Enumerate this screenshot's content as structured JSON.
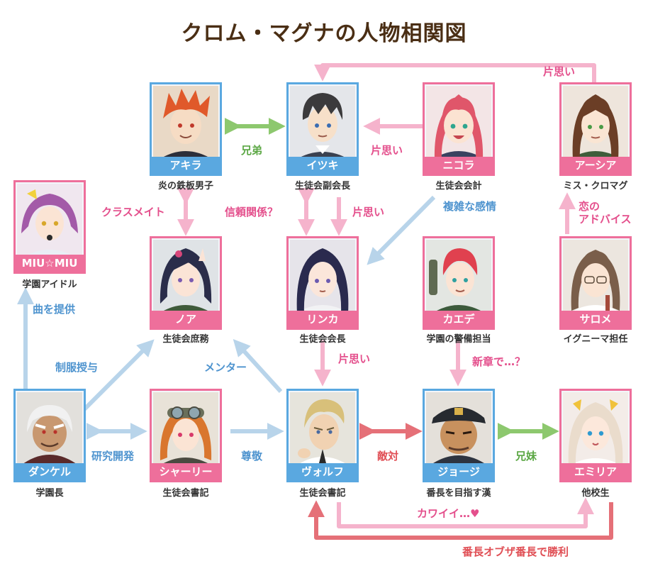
{
  "title": "クロム・マグナの人物相関図",
  "colors": {
    "blue": "#5aa8e0",
    "pink": "#ee6f9b",
    "green": "#8dc86e",
    "red": "#e57078",
    "light_blue": "#b8d4ea",
    "light_pink": "#f5b3cc"
  },
  "characters": [
    {
      "id": "akira",
      "name": "アキラ",
      "role": "炎の鉄板男子",
      "frame": "blue"
    },
    {
      "id": "itsuki",
      "name": "イツキ",
      "role": "生徒会副会長",
      "frame": "blue"
    },
    {
      "id": "nicola",
      "name": "ニコラ",
      "role": "生徒会会計",
      "frame": "pink"
    },
    {
      "id": "asia",
      "name": "アーシア",
      "role": "ミス・クロマグ",
      "frame": "pink"
    },
    {
      "id": "miu",
      "name": "MIU☆MIU",
      "role": "学園アイドル",
      "frame": "pink"
    },
    {
      "id": "noa",
      "name": "ノア",
      "role": "生徒会庶務",
      "frame": "pink"
    },
    {
      "id": "rinka",
      "name": "リンカ",
      "role": "生徒会会長",
      "frame": "pink"
    },
    {
      "id": "kaede",
      "name": "カエデ",
      "role": "学園の警備担当",
      "frame": "pink"
    },
    {
      "id": "salome",
      "name": "サロメ",
      "role": "イグニーマ担任",
      "frame": "pink"
    },
    {
      "id": "dankel",
      "name": "ダンケル",
      "role": "学園長",
      "frame": "blue"
    },
    {
      "id": "shirley",
      "name": "シャーリー",
      "role": "生徒会書記",
      "frame": "pink"
    },
    {
      "id": "wolf",
      "name": "ヴォルフ",
      "role": "生徒会書記",
      "frame": "blue"
    },
    {
      "id": "george",
      "name": "ジョージ",
      "role": "番長を目指す漢",
      "frame": "blue"
    },
    {
      "id": "emilia",
      "name": "エミリア",
      "role": "他校生",
      "frame": "pink"
    }
  ],
  "relations": {
    "kataomoi_asia": "片思い",
    "kyoudai": "兄弟",
    "kataomoi_nicola": "片思い",
    "classmate": "クラスメイト",
    "shinrai": "信頼関係？",
    "kataomoi_itsuki": "片思い",
    "fukuzatsu": "複雑な感情",
    "koi_advice": "恋の\nアドバイス",
    "kyoku": "曲を提供",
    "seifuku": "制服授与",
    "mentor": "メンター",
    "kataomoi_rinka": "片思い",
    "shinshou": "新章で…？",
    "kenkyuu": "研究開発",
    "sonkei": "尊敬",
    "tekitai": "敵対",
    "kyoudai_sis": "兄妹",
    "kawaii": "カワイイ…♥",
    "shouri": "番長オブザ番長で勝利"
  }
}
